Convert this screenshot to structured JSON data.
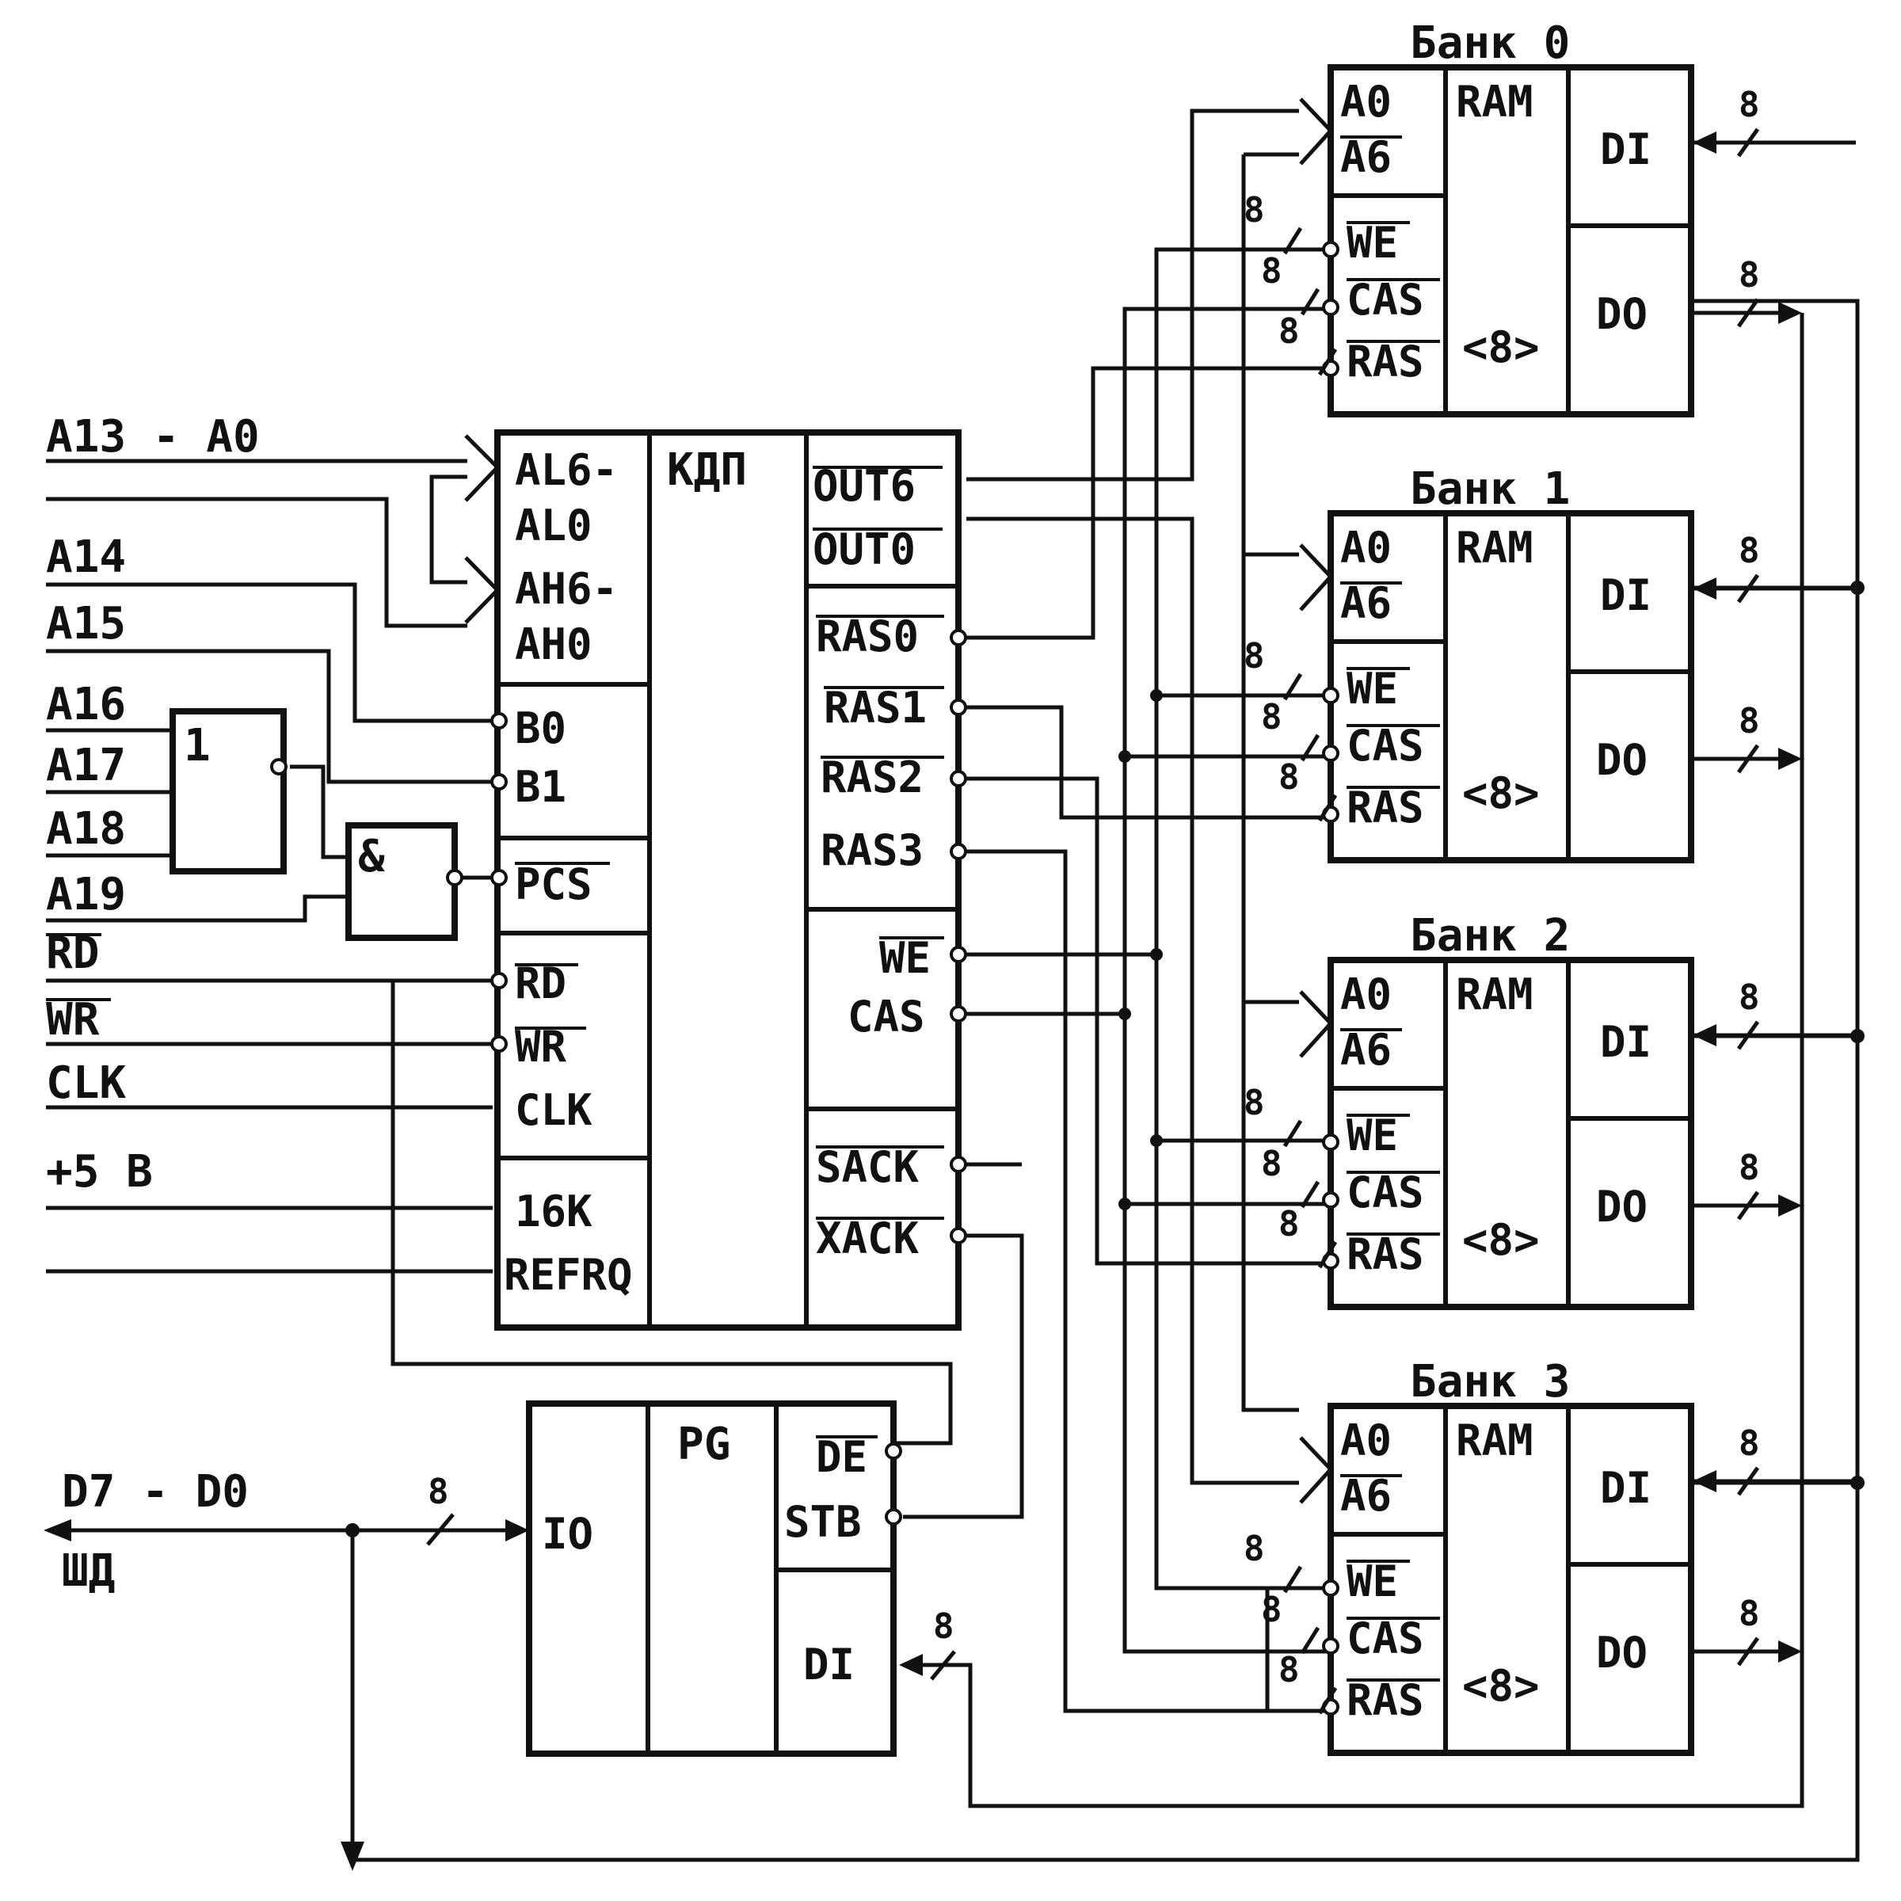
{
  "left_inputs": {
    "addr_low": "A13 - A0",
    "a14": "A14",
    "a15": "A15",
    "a16": "A16",
    "a17": "A17",
    "a18": "A18",
    "a19": "A19",
    "rd": "RD",
    "wr": "WR",
    "clk": "CLK",
    "vcc": "+5 B",
    "data_bus": "D7 - D0",
    "data_bus_name": "ШД"
  },
  "or_gate": {
    "symbol": "1"
  },
  "and_gate": {
    "symbol": "&"
  },
  "controller": {
    "title": "КДП",
    "pins": {
      "al": "AL6-",
      "al0": "AL0",
      "ah": "AH6-",
      "ah0": "AH0",
      "b0": "B0",
      "b1": "B1",
      "pcs": "PCS",
      "rd": "RD",
      "wr": "WR",
      "clk": "CLK",
      "k16": "16K",
      "refrq": "REFRQ",
      "out6": "OUT6",
      "out0": "OUT0",
      "ras0": "RAS0",
      "ras1": "RAS1",
      "ras2": "RAS2",
      "ras3": "RAS3",
      "we": "WE",
      "cas": "CAS",
      "sack": "SACK",
      "xack": "XACK"
    }
  },
  "pg": {
    "title": "PG",
    "pins": {
      "io": "IO",
      "de": "DE",
      "stb": "STB",
      "di": "DI"
    }
  },
  "bus_width": "8",
  "banks": [
    {
      "title": "Банк 0",
      "a0": "A0",
      "a6": "A6",
      "type": "RAM",
      "we": "WE",
      "cas": "CAS",
      "ras": "RAS",
      "count": "<8>",
      "di": "DI",
      "do": "DO"
    },
    {
      "title": "Банк 1",
      "a0": "A0",
      "a6": "A6",
      "type": "RAM",
      "we": "WE",
      "cas": "CAS",
      "ras": "RAS",
      "count": "<8>",
      "di": "DI",
      "do": "DO"
    },
    {
      "title": "Банк 2",
      "a0": "A0",
      "a6": "A6",
      "type": "RAM",
      "we": "WE",
      "cas": "CAS",
      "ras": "RAS",
      "count": "<8>",
      "di": "DI",
      "do": "DO"
    },
    {
      "title": "Банк 3",
      "a0": "A0",
      "a6": "A6",
      "type": "RAM",
      "we": "WE",
      "cas": "CAS",
      "ras": "RAS",
      "count": "<8>",
      "di": "DI",
      "do": "DO"
    }
  ]
}
